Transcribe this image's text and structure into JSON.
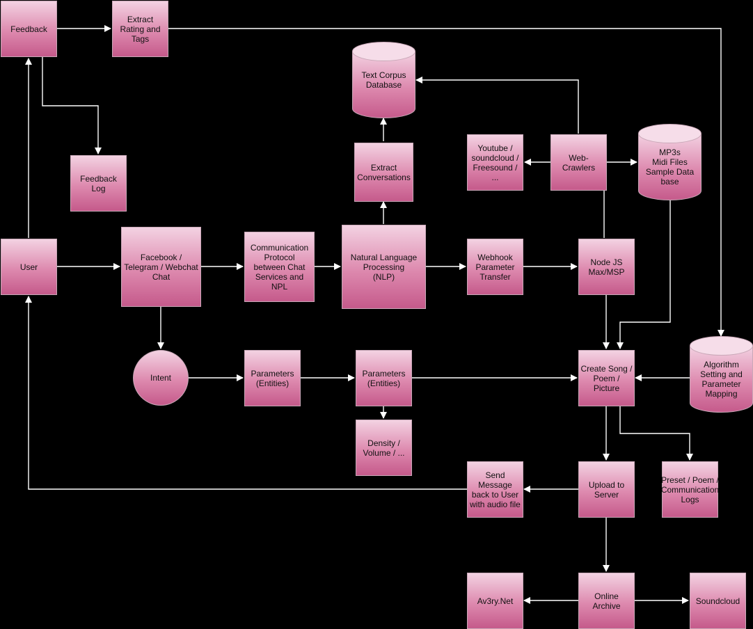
{
  "colors": {
    "background": "#000000",
    "node_top": "#f3d2e2",
    "node_bottom": "#c55a8b",
    "edge": "#ffffff"
  },
  "nodes": {
    "feedback": "Feedback",
    "extract_rating": "Extract\nRating and\nTags",
    "feedback_log": "Feedback\nLog",
    "text_corpus": "Text Corpus\nDatabase",
    "extract_conversations": "Extract\nConversations",
    "youtube": "Youtube /\nsoundcloud /\nFreesound /\n...",
    "web_crawlers": "Web-\nCrawlers",
    "mp3s": "MP3s\nMidi Files\nSample Data\nbase",
    "user": "User",
    "facebook": "Facebook /\nTelegram / Webchat\nChat",
    "communication_protocol": "Communication\nProtocol\nbetween Chat\nServices and\nNPL",
    "nlp": "Natural Language\nProcessing\n(NLP)",
    "webhook": "Webhook\nParameter\nTransfer",
    "nodejs": "Node JS\nMax/MSP",
    "intent": "Intent",
    "parameters1": "Parameters\n(Entities)",
    "parameters2": "Parameters\n(Entities)",
    "create_song": "Create Song /\nPoem /\nPicture",
    "algorithm": "Algorithm\nSetting and\nParameter\nMapping",
    "density": "Density /\nVolume / ...",
    "send_message": "Send\nMessage\nback to User\nwith audio file",
    "upload": "Upload to\nServer",
    "preset": "Preset / Poem /\nCommunication\nLogs",
    "av3ry": "Av3ry.Net",
    "online_archive": "Online\nArchive",
    "soundcloud": "Soundcloud"
  }
}
